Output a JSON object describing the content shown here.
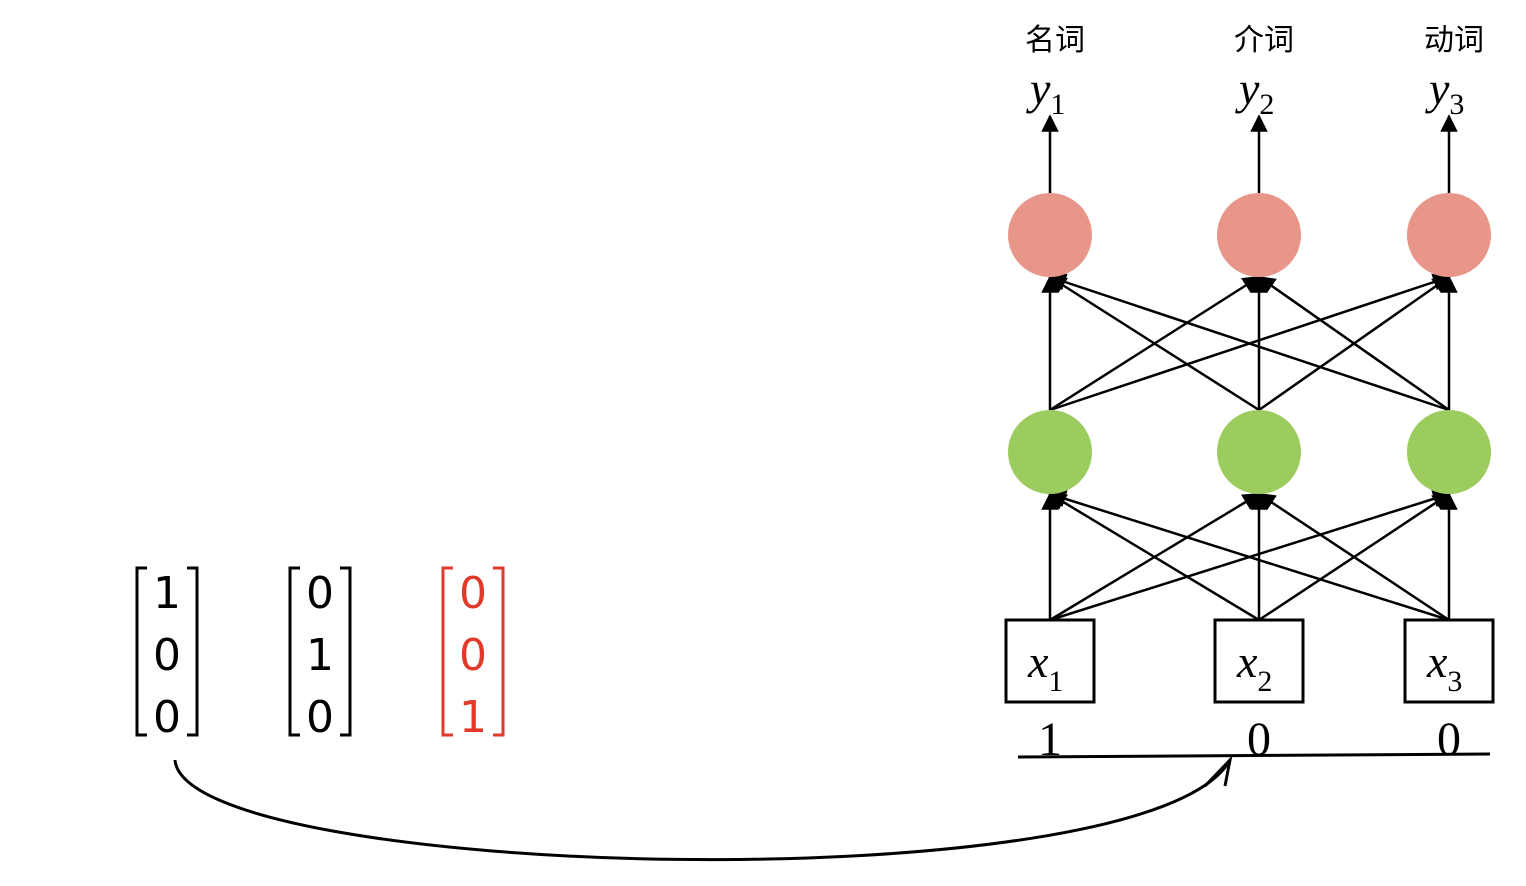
{
  "colors": {
    "output_node": "#E8968A",
    "hidden_node": "#9CCB5E",
    "highlight": "#E03A2A",
    "line": "#000000"
  },
  "output_labels": [
    "名词",
    "介词",
    "动词"
  ],
  "outputs": [
    {
      "var": "y",
      "sub": "1"
    },
    {
      "var": "y",
      "sub": "2"
    },
    {
      "var": "y",
      "sub": "3"
    }
  ],
  "inputs": [
    {
      "var": "x",
      "sub": "1",
      "value": "1"
    },
    {
      "var": "x",
      "sub": "2",
      "value": "0"
    },
    {
      "var": "x",
      "sub": "3",
      "value": "0"
    }
  ],
  "vectors": [
    {
      "values": [
        "1",
        "0",
        "0"
      ],
      "highlight": false
    },
    {
      "values": [
        "0",
        "1",
        "0"
      ],
      "highlight": false
    },
    {
      "values": [
        "0",
        "0",
        "1"
      ],
      "highlight": true
    }
  ]
}
